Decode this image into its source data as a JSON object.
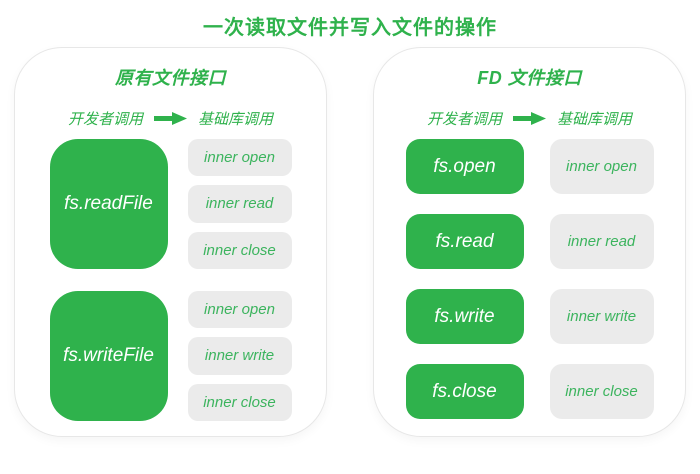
{
  "title": "一次读取文件并写入文件的操作",
  "colors": {
    "green": "#2fb24c",
    "inner_box_bg": "#ebebeb",
    "inner_text": "#3cb45e",
    "panel_border": "#e7e7e7",
    "api_text": "#ffffff",
    "background": "#ffffff"
  },
  "icons": {
    "arrow": "right-block-arrow"
  },
  "panels": [
    {
      "title": "原有文件接口",
      "caller_label": "开发者调用",
      "callee_label": "基础库调用",
      "groups": [
        {
          "api": "fs.readFile",
          "inner_calls": [
            "inner open",
            "inner read",
            "inner close"
          ]
        },
        {
          "api": "fs.writeFile",
          "inner_calls": [
            "inner open",
            "inner write",
            "inner close"
          ]
        }
      ]
    },
    {
      "title": "FD 文件接口",
      "caller_label": "开发者调用",
      "callee_label": "基础库调用",
      "rows": [
        {
          "api": "fs.open",
          "inner_call": "inner open"
        },
        {
          "api": "fs.read",
          "inner_call": "inner read"
        },
        {
          "api": "fs.write",
          "inner_call": "inner write"
        },
        {
          "api": "fs.close",
          "inner_call": "inner close"
        }
      ]
    }
  ]
}
